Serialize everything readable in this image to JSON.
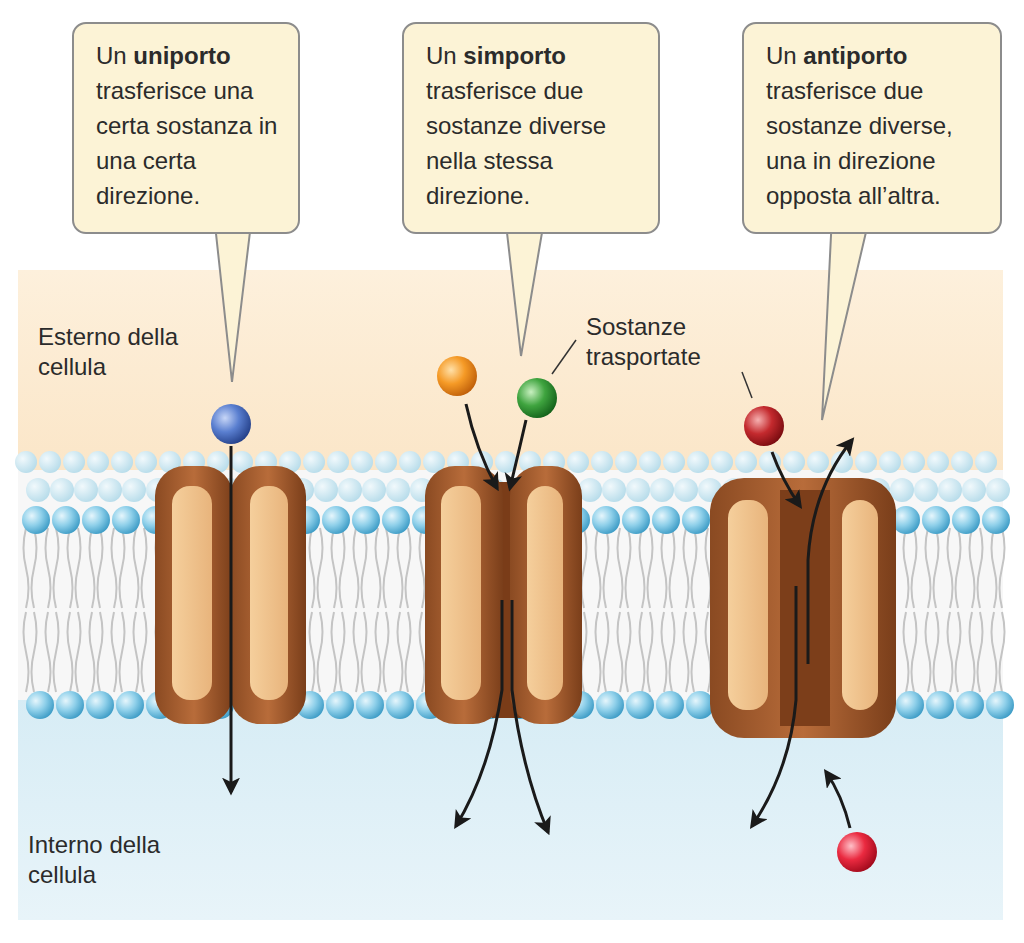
{
  "diagram": {
    "nodes": [
      {
        "text": [
          "Un uniporto trasferisce una certa sostanza in una certa direzione."
        ]
      },
      {
        "text": [
          "Un simporto trasferisce due sostanze diverse nella stessa direzione."
        ]
      },
      {
        "text": [
          "Un antiporto trasferisce due sostanze diverse, una in direzione opposta all’altra."
        ]
      }
    ],
    "labels": [
      "Esterno della cellula",
      "Sostanze trasportate",
      "Interno della cellula"
    ]
  }
}
